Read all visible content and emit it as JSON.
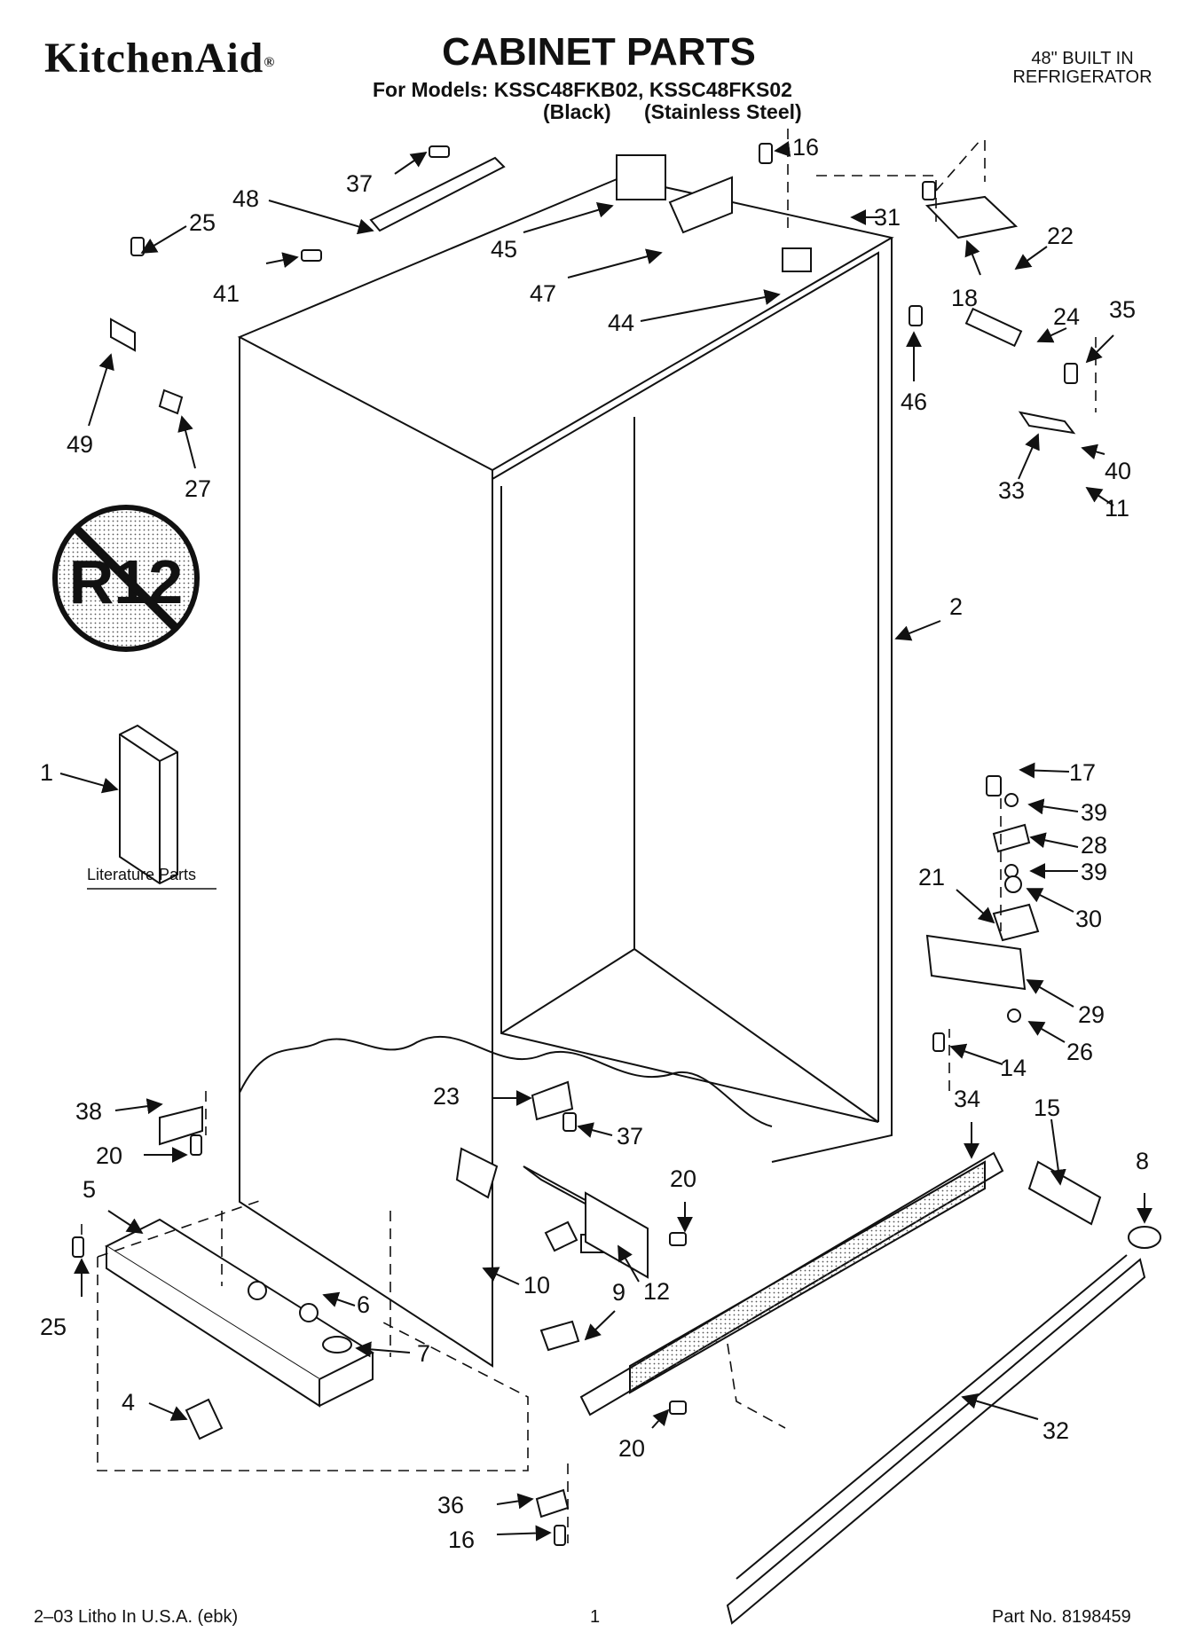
{
  "header": {
    "brand": "KitchenAid",
    "brand_mark": "®",
    "title": "CABINET PARTS",
    "models_line": "For Models: KSSC48FKB02, KSSC48FKS02",
    "variant_black": "(Black)",
    "variant_stainless": "(Stainless Steel)",
    "product_line1": "48\" BUILT IN",
    "product_line2": "REFRIGERATOR"
  },
  "badge": {
    "text": "R12"
  },
  "literature": {
    "label": "Literature Parts"
  },
  "callouts": [
    "37",
    "16",
    "48",
    "25",
    "45",
    "31",
    "22",
    "41",
    "47",
    "18",
    "44",
    "46",
    "24",
    "35",
    "49",
    "27",
    "33",
    "40",
    "11",
    "2",
    "1",
    "17",
    "39",
    "28",
    "39",
    "30",
    "21",
    "29",
    "26",
    "14",
    "34",
    "15",
    "38",
    "23",
    "37",
    "20",
    "20",
    "8",
    "5",
    "10",
    "6",
    "25",
    "7",
    "9",
    "12",
    "4",
    "20",
    "32",
    "36",
    "16"
  ],
  "footer": {
    "left": "2–03 Litho In U.S.A. (ebk)",
    "center": "1",
    "right": "Part No. 8198459"
  },
  "colors": {
    "ink": "#111111",
    "background": "#ffffff"
  }
}
